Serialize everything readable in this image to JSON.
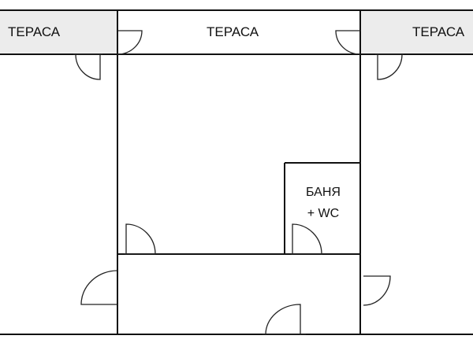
{
  "rooms": {
    "terrace_left": "ТЕРАСА",
    "terrace_center": "ТЕРАСА",
    "terrace_right": "ТЕРАСА",
    "bathroom_line1": "БАНЯ",
    "bathroom_line2": "+ WC"
  },
  "colors": {
    "terrace_fill": "#ececec",
    "wall": "#111111"
  }
}
